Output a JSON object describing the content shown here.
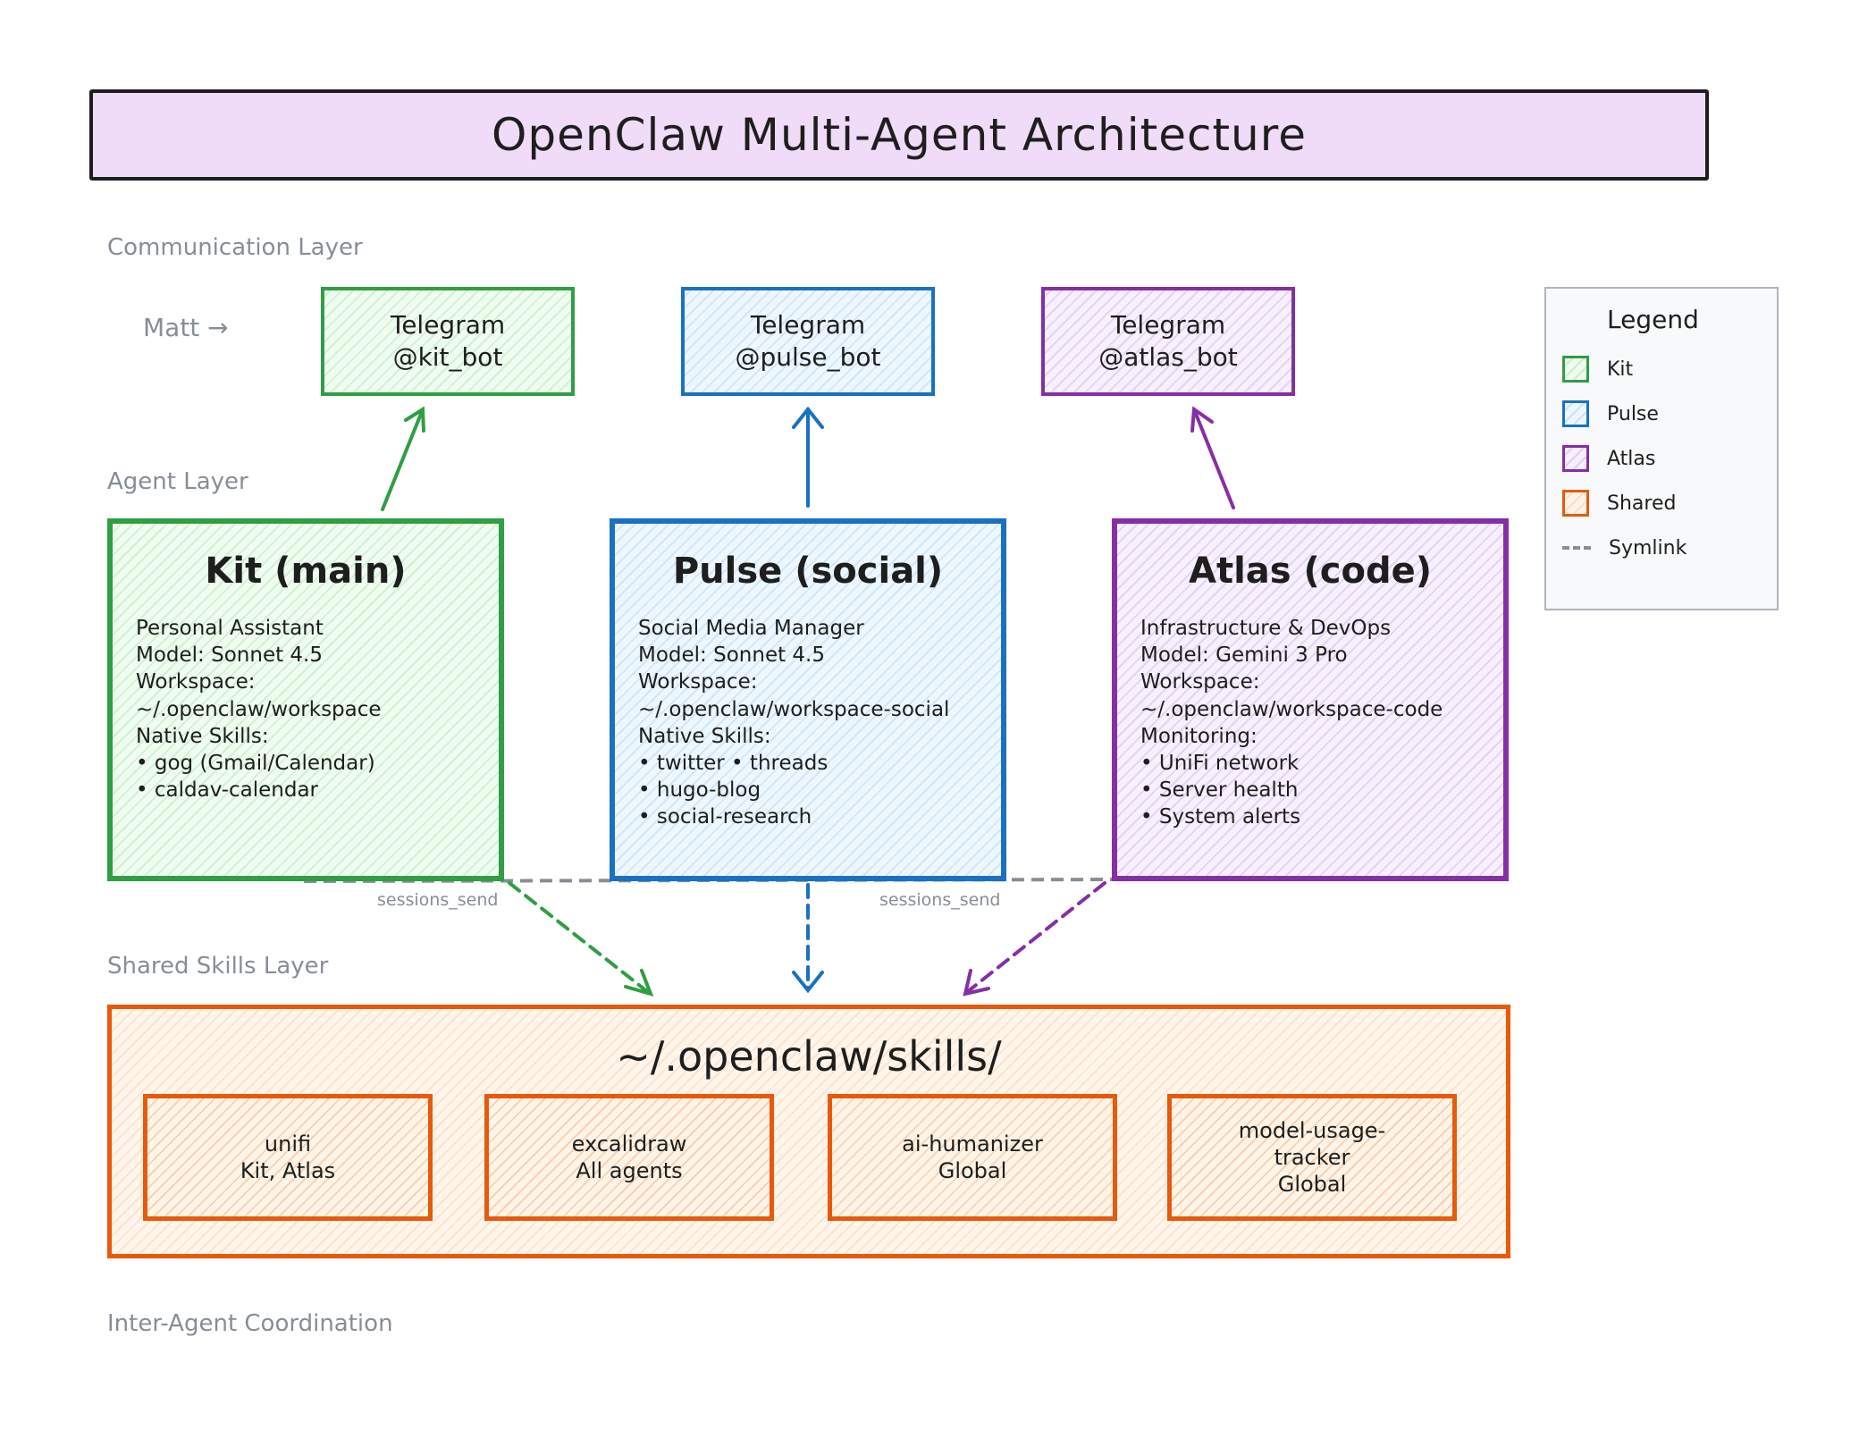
{
  "title": "OpenClaw Multi-Agent Architecture",
  "layers": {
    "communication": "Communication Layer",
    "agent": "Agent Layer",
    "shared": "Shared Skills Layer",
    "coordination": "Inter-Agent Coordination"
  },
  "user_label": "Matt →",
  "telegram": {
    "kit": {
      "line1": "Telegram",
      "line2": "@kit_bot"
    },
    "pulse": {
      "line1": "Telegram",
      "line2": "@pulse_bot"
    },
    "atlas": {
      "line1": "Telegram",
      "line2": "@atlas_bot"
    }
  },
  "agents": {
    "kit": {
      "title": "Kit (main)",
      "lines": "Personal Assistant\nModel: Sonnet 4.5\nWorkspace:\n~/.openclaw/workspace\nNative Skills:\n• gog (Gmail/Calendar)\n• caldav-calendar"
    },
    "pulse": {
      "title": "Pulse (social)",
      "lines": "Social Media Manager\nModel: Sonnet 4.5\nWorkspace:\n~/.openclaw/workspace-social\nNative Skills:\n• twitter • threads\n• hugo-blog\n• social-research"
    },
    "atlas": {
      "title": "Atlas (code)",
      "lines": "Infrastructure & DevOps\nModel: Gemini 3 Pro\nWorkspace:\n~/.openclaw/workspace-code\nMonitoring:\n• UniFi network\n• Server health\n• System alerts"
    }
  },
  "connections": {
    "left": "sessions_send",
    "right": "sessions_send"
  },
  "shared": {
    "title": "~/.openclaw/skills/",
    "skills": [
      {
        "name": "unifi",
        "scope": "Kit, Atlas"
      },
      {
        "name": "excalidraw",
        "scope": "All agents"
      },
      {
        "name": "ai-humanizer",
        "scope": "Global"
      },
      {
        "name": "model-usage-\ntracker",
        "scope": "Global"
      }
    ]
  },
  "legend": {
    "title": "Legend",
    "items": [
      {
        "label": "Kit",
        "color": "#2f9e44"
      },
      {
        "label": "Pulse",
        "color": "#1971c2"
      },
      {
        "label": "Atlas",
        "color": "#862ea6"
      },
      {
        "label": "Shared",
        "color": "#e8590c"
      },
      {
        "label": "Symlink",
        "color": "#868e96"
      }
    ]
  },
  "colors": {
    "kit": "#2f9e44",
    "pulse": "#1971c2",
    "atlas": "#862ea6",
    "shared": "#e8590c",
    "symlink": "#868e96",
    "title_fill": "#f0dbf8"
  }
}
